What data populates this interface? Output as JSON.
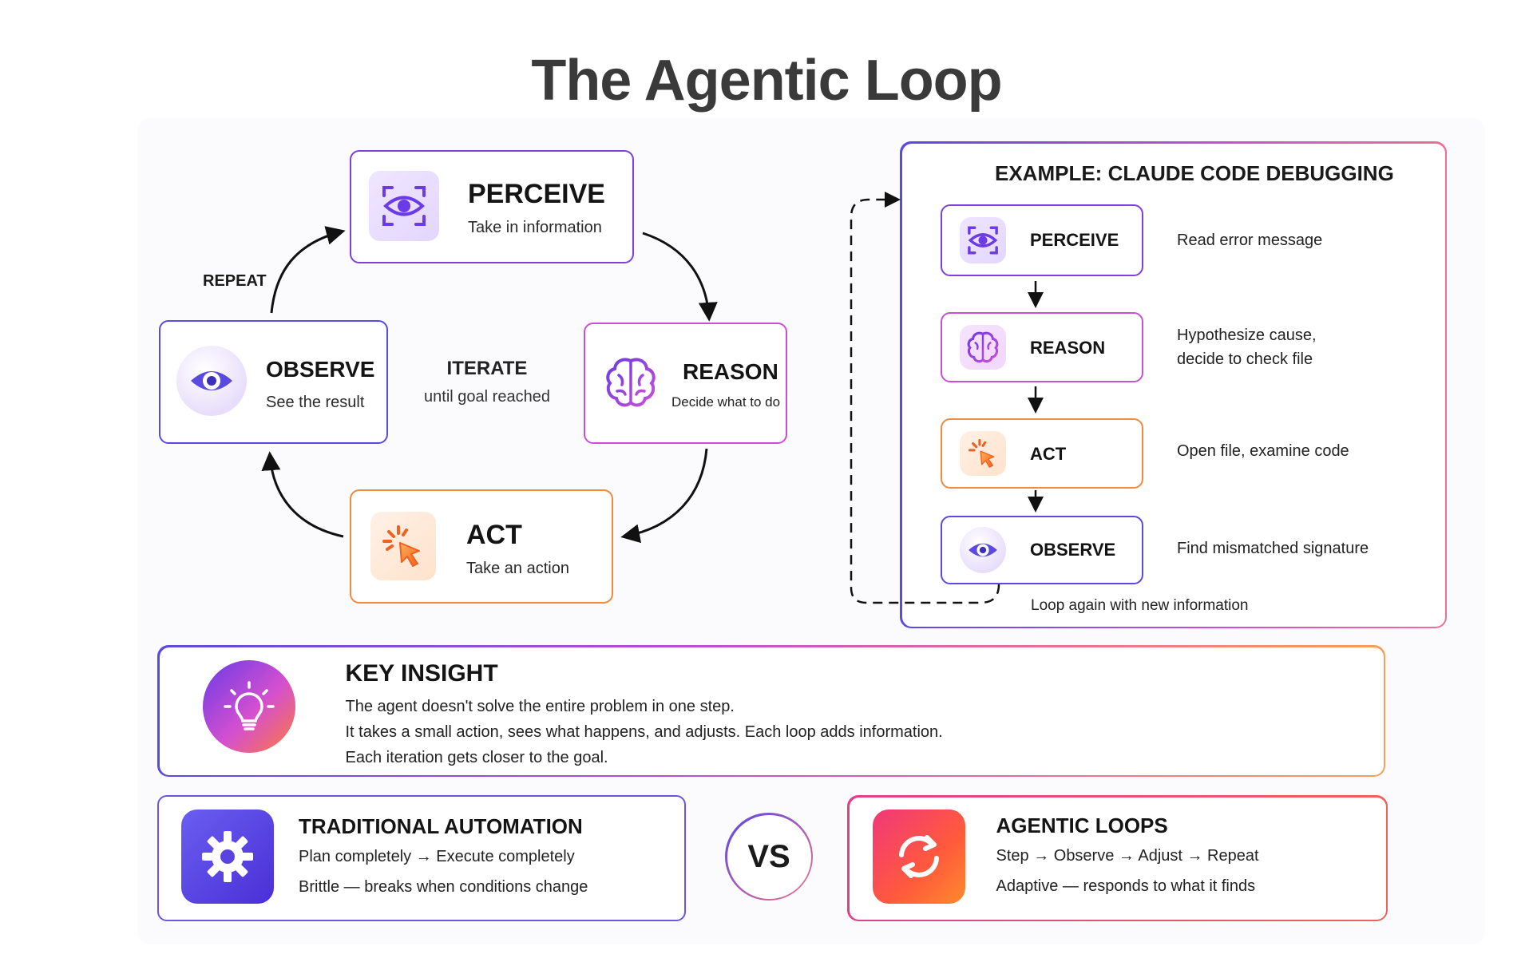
{
  "title": "The Agentic Loop",
  "cycle": {
    "perceive": {
      "label": "PERCEIVE",
      "desc": "Take in information"
    },
    "reason": {
      "label": "REASON",
      "desc": "Decide what to do"
    },
    "act": {
      "label": "ACT",
      "desc": "Take an action"
    },
    "observe": {
      "label": "OBSERVE",
      "desc": "See the result"
    },
    "repeat_label": "REPEAT",
    "center_title": "ITERATE",
    "center_sub": "until goal reached"
  },
  "example": {
    "title": "EXAMPLE: CLAUDE CODE DEBUGGING",
    "steps": [
      {
        "label": "PERCEIVE",
        "desc": "Read error message"
      },
      {
        "label": "REASON",
        "desc": "Hypothesize cause,",
        "desc2": "decide to check file"
      },
      {
        "label": "ACT",
        "desc": "Open file, examine code"
      },
      {
        "label": "OBSERVE",
        "desc": "Find mismatched signature"
      }
    ],
    "loop_note": "Loop again with new information"
  },
  "key_insight": {
    "title": "KEY INSIGHT",
    "lines": [
      "The agent doesn't solve the entire problem in one step.",
      "It takes a small action, sees what happens, and adjusts. Each loop adds information.",
      "Each iteration gets closer to the goal."
    ]
  },
  "comparison": {
    "traditional": {
      "title": "TRADITIONAL AUTOMATION",
      "line1": "Plan completely → Execute completely",
      "line2": "Brittle — breaks when conditions change"
    },
    "vs": "VS",
    "agentic": {
      "title": "AGENTIC LOOPS",
      "line1": "Step → Observe → Adjust → Repeat",
      "line2": "Adaptive — responds to what it finds"
    }
  },
  "colors": {
    "purple": "#7b3fe4",
    "magenta": "#c94fd6",
    "orange": "#f08a3c",
    "blue": "#5a4ae0"
  },
  "icons": [
    "eye-icon",
    "brain-icon",
    "cursor-click-icon",
    "lightbulb-icon",
    "gear-icon",
    "refresh-icon"
  ]
}
